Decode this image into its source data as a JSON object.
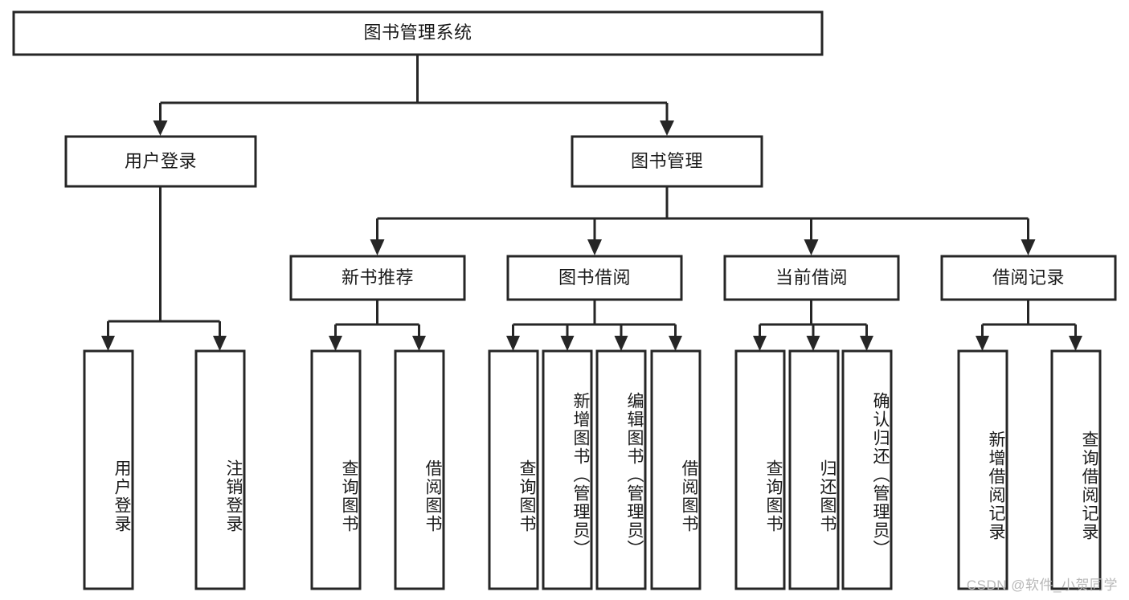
{
  "diagram": {
    "type": "tree",
    "title": "图书管理系统",
    "watermark": "CSDN @软件_小贺同学",
    "colors": {
      "box_stroke": "#262626",
      "box_fill": "#ffffff",
      "text": "#1a1a1a",
      "watermark": "#b8b8b8",
      "background": "#ffffff"
    },
    "levels": [
      {
        "level": 1,
        "nodes": [
          {
            "id": "root",
            "label": "图书管理系统",
            "orientation": "horizontal"
          }
        ]
      },
      {
        "level": 2,
        "nodes": [
          {
            "id": "login",
            "label": "用户登录",
            "orientation": "horizontal",
            "parent": "root"
          },
          {
            "id": "bookmgmt",
            "label": "图书管理",
            "orientation": "horizontal",
            "parent": "root"
          }
        ]
      },
      {
        "level": 3,
        "nodes": [
          {
            "id": "newbook",
            "label": "新书推荐",
            "orientation": "horizontal",
            "parent": "bookmgmt"
          },
          {
            "id": "borrow",
            "label": "图书借阅",
            "orientation": "horizontal",
            "parent": "bookmgmt"
          },
          {
            "id": "current",
            "label": "当前借阅",
            "orientation": "horizontal",
            "parent": "bookmgmt"
          },
          {
            "id": "records",
            "label": "借阅记录",
            "orientation": "horizontal",
            "parent": "bookmgmt"
          }
        ]
      },
      {
        "level": 4,
        "nodes": [
          {
            "id": "leaf1",
            "label": "用户登录",
            "orientation": "vertical",
            "parent": "login"
          },
          {
            "id": "leaf2",
            "label": "注销登录",
            "orientation": "vertical",
            "parent": "login"
          },
          {
            "id": "leaf3",
            "label": "查询图书",
            "orientation": "vertical",
            "parent": "newbook"
          },
          {
            "id": "leaf4",
            "label": "借阅图书",
            "orientation": "vertical",
            "parent": "newbook"
          },
          {
            "id": "leaf5",
            "label": "查询图书",
            "orientation": "vertical",
            "parent": "borrow"
          },
          {
            "id": "leaf6",
            "label": "新增图书（管理员）",
            "orientation": "vertical",
            "parent": "borrow"
          },
          {
            "id": "leaf7",
            "label": "编辑图书（管理员）",
            "orientation": "vertical",
            "parent": "borrow"
          },
          {
            "id": "leaf8",
            "label": "借阅图书",
            "orientation": "vertical",
            "parent": "borrow"
          },
          {
            "id": "leaf9",
            "label": "查询图书",
            "orientation": "vertical",
            "parent": "current"
          },
          {
            "id": "leaf10",
            "label": "归还图书",
            "orientation": "vertical",
            "parent": "current"
          },
          {
            "id": "leaf11",
            "label": "确认归还（管理员）",
            "orientation": "vertical",
            "parent": "current"
          },
          {
            "id": "leaf12",
            "label": "新增借阅记录",
            "orientation": "vertical",
            "parent": "records"
          },
          {
            "id": "leaf13",
            "label": "查询借阅记录",
            "orientation": "vertical",
            "parent": "records"
          }
        ]
      }
    ]
  }
}
